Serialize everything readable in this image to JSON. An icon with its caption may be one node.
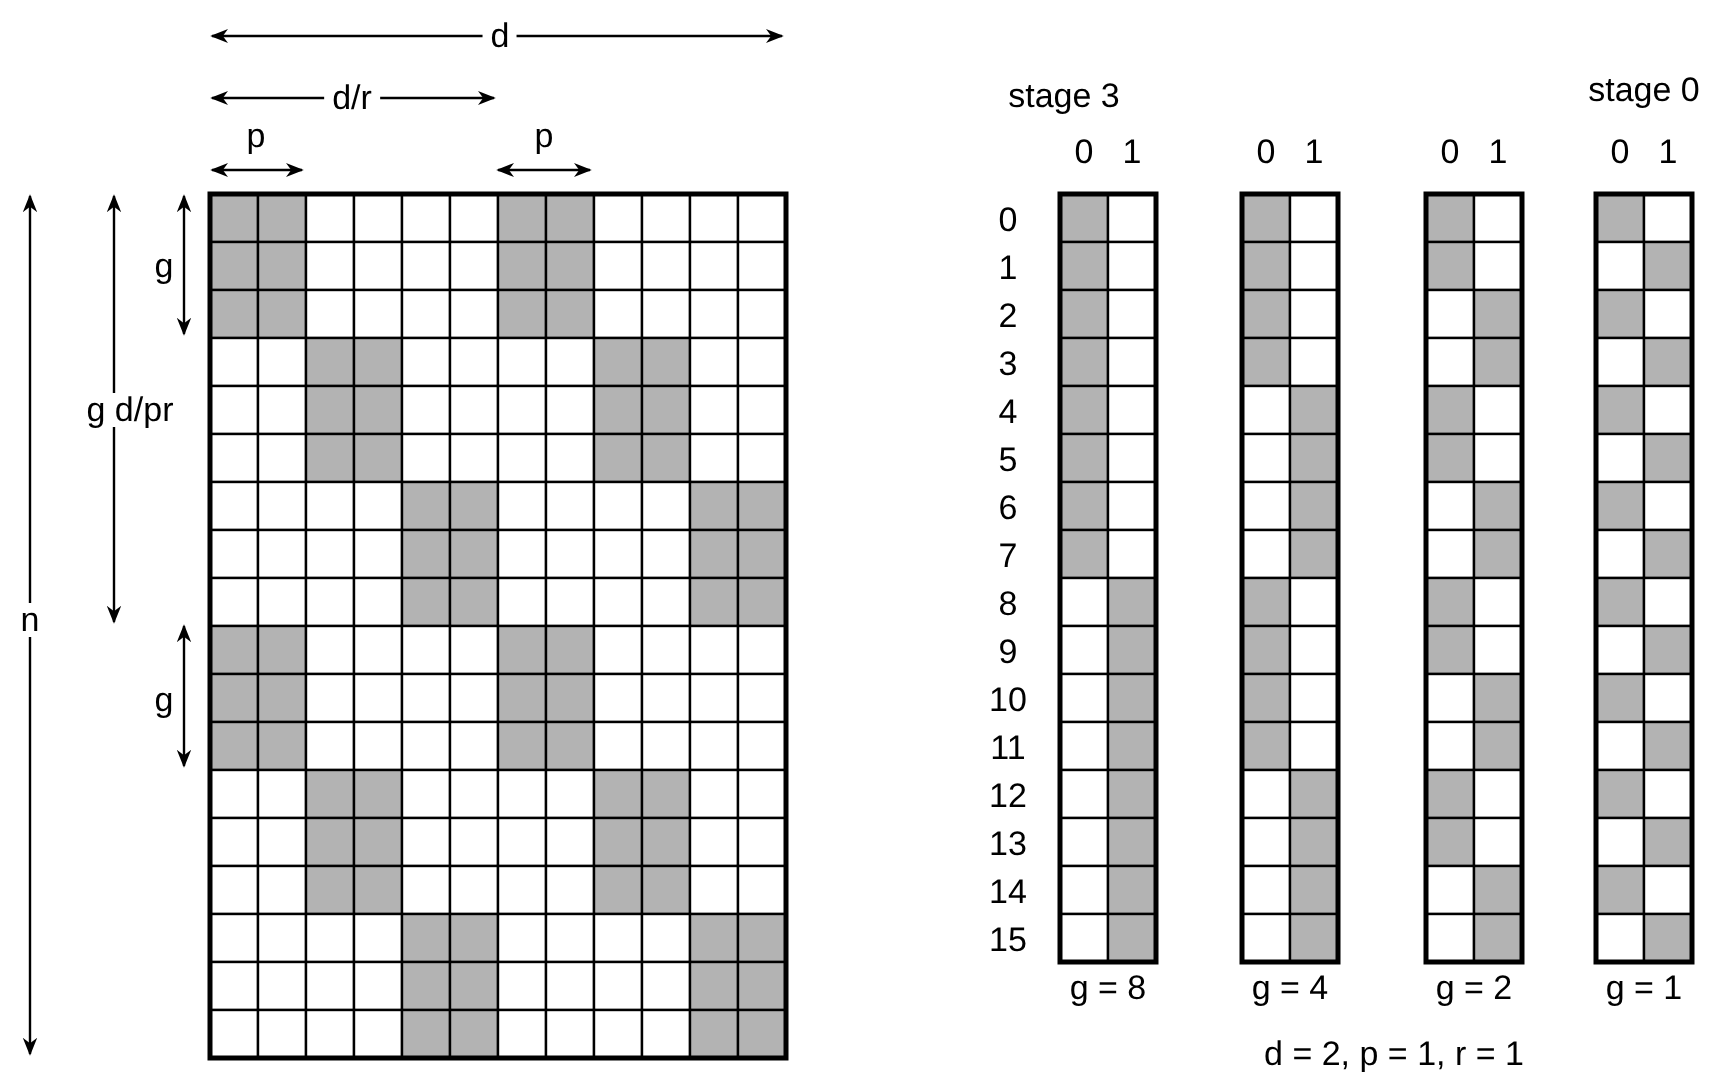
{
  "diagram": {
    "labels": [
      "d",
      "d/r",
      "p",
      "p",
      "stage 3",
      "stage 0",
      "0",
      "1",
      "0",
      "1",
      "0",
      "1",
      "0",
      "1",
      "g",
      "g d/pr",
      "0",
      "1",
      "2",
      "3",
      "4",
      "5",
      "6",
      "7",
      "8",
      "9",
      "10",
      "11",
      "12",
      "13",
      "14",
      "15",
      "n",
      "g",
      "g = 8",
      "g = 4",
      "g = 2",
      "g = 1",
      "d = 2, p = 1, r = 1"
    ]
  }
}
